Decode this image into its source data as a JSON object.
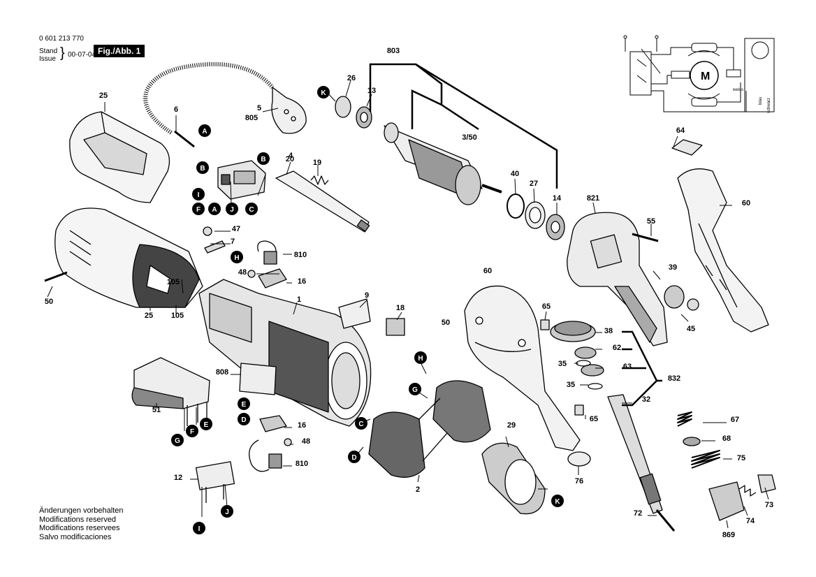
{
  "header": {
    "part_number": "0 601 213 770",
    "stand_label": "Stand",
    "issue_label": "Issue",
    "date": "00-07-04",
    "figure_label": "Fig./Abb. 1"
  },
  "notes": [
    "Änderungen vorbehalten",
    "Modifications reserved",
    "Modifications reservees",
    "Salvo modificaciones"
  ],
  "wiring": {
    "motor_label": "M",
    "wire_labels": [
      "weiss",
      "blau",
      "schwarz"
    ]
  },
  "part_labels": [
    "25",
    "6",
    "5",
    "805",
    "4",
    "20",
    "19",
    "803",
    "26",
    "13",
    "3/50",
    "40",
    "27",
    "14",
    "821",
    "55",
    "60",
    "64",
    "60",
    "47",
    "7",
    "810",
    "48",
    "16",
    "105",
    "50",
    "25",
    "105",
    "1",
    "9",
    "18",
    "65",
    "50",
    "38",
    "62",
    "35",
    "63",
    "832",
    "35",
    "32",
    "39",
    "45",
    "808",
    "51",
    "16",
    "48",
    "810",
    "12",
    "2",
    "29",
    "76",
    "65",
    "67",
    "68",
    "75",
    "73",
    "74",
    "72",
    "869"
  ],
  "connector_letters": [
    "A",
    "B",
    "B",
    "I",
    "F",
    "A",
    "J",
    "C",
    "H",
    "E",
    "D",
    "G",
    "F",
    "E",
    "I",
    "J",
    "H",
    "G",
    "C",
    "D",
    "K",
    "K"
  ]
}
